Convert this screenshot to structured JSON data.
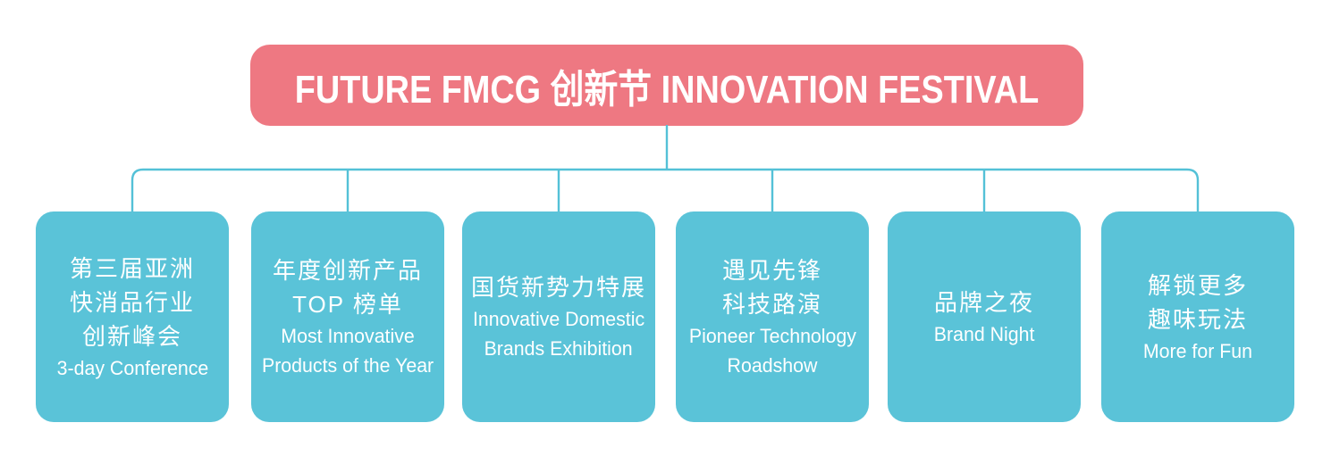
{
  "palette": {
    "pink": "#ee7882",
    "teal": "#5ac3d8",
    "line": "#54c1d7",
    "text": "#ffffff",
    "bg": "#ffffff"
  },
  "header": {
    "title": "FUTURE FMCG 创新节 INNOVATION FESTIVAL"
  },
  "nodes": [
    {
      "name": "conference",
      "lines": [
        {
          "lang": "zh",
          "text": "第三届亚洲"
        },
        {
          "lang": "zh",
          "text": "快消品行业"
        },
        {
          "lang": "zh",
          "text": "创新峰会"
        },
        {
          "lang": "en",
          "text": "3-day Conference"
        }
      ]
    },
    {
      "name": "top-list",
      "lines": [
        {
          "lang": "zh",
          "text": "年度创新产品"
        },
        {
          "lang": "zh",
          "text": "TOP 榜单"
        },
        {
          "lang": "en",
          "text": "Most Innovative"
        },
        {
          "lang": "en",
          "text": "Products of the Year"
        }
      ]
    },
    {
      "name": "exhibition",
      "lines": [
        {
          "lang": "zh",
          "text": "国货新势力特展"
        },
        {
          "lang": "en",
          "text": "Innovative Domestic"
        },
        {
          "lang": "en",
          "text": "Brands Exhibition"
        }
      ]
    },
    {
      "name": "roadshow",
      "lines": [
        {
          "lang": "zh",
          "text": "遇见先锋"
        },
        {
          "lang": "zh",
          "text": "科技路演"
        },
        {
          "lang": "en",
          "text": "Pioneer Technology"
        },
        {
          "lang": "en",
          "text": "Roadshow"
        }
      ]
    },
    {
      "name": "brand-night",
      "lines": [
        {
          "lang": "zh",
          "text": "品牌之夜"
        },
        {
          "lang": "en",
          "text": "Brand Night"
        }
      ]
    },
    {
      "name": "more-fun",
      "lines": [
        {
          "lang": "zh",
          "text": "解锁更多"
        },
        {
          "lang": "zh",
          "text": "趣味玩法"
        },
        {
          "lang": "en",
          "text": "More for Fun"
        }
      ]
    }
  ]
}
